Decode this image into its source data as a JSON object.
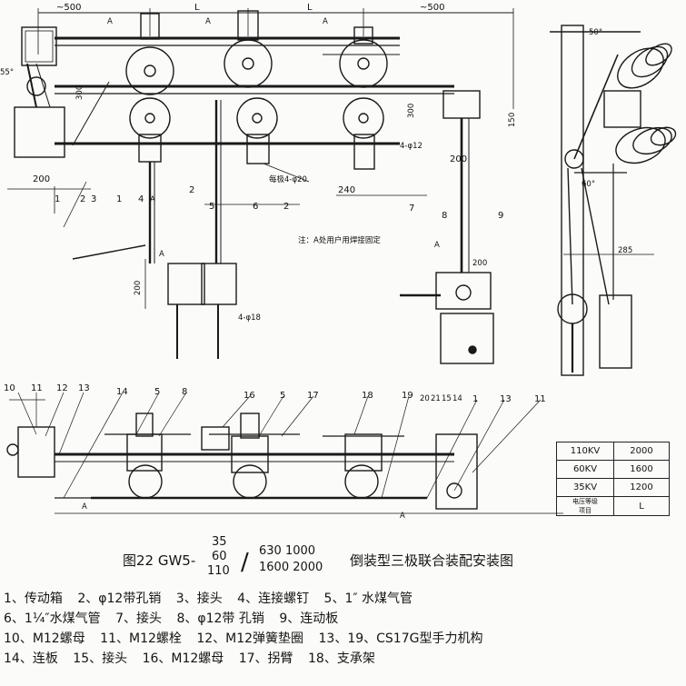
{
  "top_view": {
    "dims": {
      "left": "~500",
      "l1": "L",
      "l2": "L",
      "right": "~500",
      "d300": "300",
      "d300b": "300",
      "d150": "150",
      "d200a": "200",
      "d200b": "200",
      "d240": "240",
      "d200c": "200",
      "d200d": "200",
      "angle55": "55°"
    },
    "holes": {
      "h12": "4-φ12",
      "h20": "每极4-φ20",
      "h18": "4-φ18"
    },
    "note": "注：A处用户用焊接固定",
    "a": "A",
    "callouts": [
      "1",
      "2",
      "3",
      "1",
      "4",
      "2",
      "5",
      "6",
      "2",
      "7",
      "8",
      "9"
    ]
  },
  "side_view": {
    "angle50": "50°",
    "angle60": "60°",
    "d285": "285"
  },
  "front_view": {
    "top_callouts": [
      "10",
      "11",
      "12",
      "13",
      "14",
      "5",
      "8",
      "16",
      "5",
      "17",
      "18",
      "19",
      "20",
      "21",
      "15",
      "14",
      "1",
      "13",
      "11"
    ],
    "a": "A"
  },
  "voltage_table": {
    "rows": [
      {
        "voltage": "110KV",
        "length": "2000"
      },
      {
        "voltage": "60KV",
        "length": "1600"
      },
      {
        "voltage": "35KV",
        "length": "1200"
      }
    ],
    "header_left_top": "电压等级",
    "header_left_bottom": "项目",
    "header_right": "L"
  },
  "caption": {
    "prefix": "图22 GW5-",
    "v_top": "35",
    "v_mid": "60",
    "v_bot": "110",
    "slash": "/",
    "c_top": "630  1000",
    "c_bot": "1600 2000",
    "suffix": "倒装型三极联合装配安装图"
  },
  "parts_list": [
    [
      "1、传动箱",
      "2、φ12带孔销",
      "3、接头",
      "4、连接螺钉",
      "5、1″ 水煤气管"
    ],
    [
      "6、1¼″水煤气管",
      "7、接头",
      "8、φ12带 孔销",
      "9、连动板"
    ],
    [
      "10、M12螺母",
      "11、M12螺栓",
      "12、M12弹簧垫圈",
      "13、19、CS17G型手力机构"
    ],
    [
      "14、连板",
      "15、接头",
      "16、M12螺母",
      "17、拐臂",
      "18、支承架"
    ]
  ]
}
